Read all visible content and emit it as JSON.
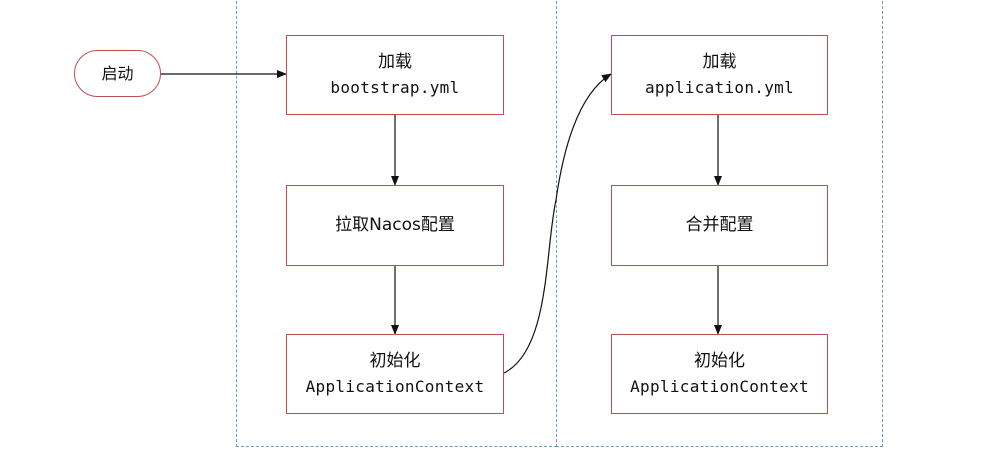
{
  "start": {
    "label": "启动"
  },
  "left_column": {
    "load": {
      "line1": "加载",
      "line2": "bootstrap.yml"
    },
    "pull": {
      "label": "拉取Nacos配置"
    },
    "init": {
      "line1": "初始化",
      "line2": "ApplicationContext"
    }
  },
  "right_column": {
    "load": {
      "line1": "加载",
      "line2": "application.yml"
    },
    "merge": {
      "label": "合并配置"
    },
    "init": {
      "line1": "初始化",
      "line2": "ApplicationContext"
    }
  },
  "colors": {
    "node_border": "#c0504d",
    "lane_border": "#6f9bb8",
    "arrow": "#111111"
  }
}
